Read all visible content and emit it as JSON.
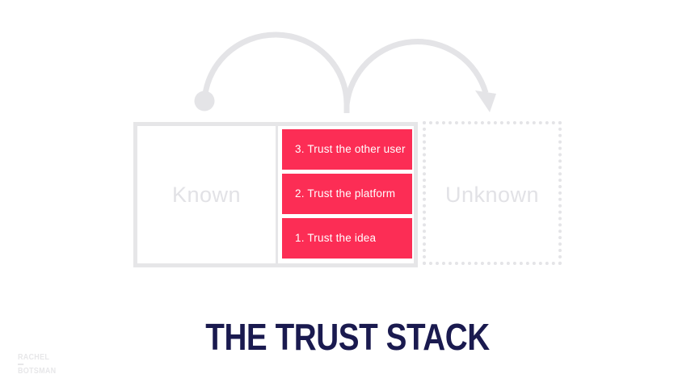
{
  "slide": {
    "title": "THE TRUST STACK",
    "zones": {
      "known_label": "Known",
      "unknown_label": "Unknown"
    },
    "stack": {
      "items": [
        {
          "label": "3. Trust the other user"
        },
        {
          "label": "2. Trust the platform"
        },
        {
          "label": "1. Trust the idea"
        }
      ]
    },
    "arrow": {
      "icon": "double-bounce-arrow",
      "meaning": "leap from known to unknown"
    },
    "logo": {
      "line1": "RACHEL",
      "line2": "BOTSMAN"
    },
    "colors": {
      "accent_pink": "#fc2d55",
      "title_navy": "#1a1a4f",
      "muted_gray": "#e6e6e8",
      "label_gray": "#e2e2e6"
    }
  }
}
